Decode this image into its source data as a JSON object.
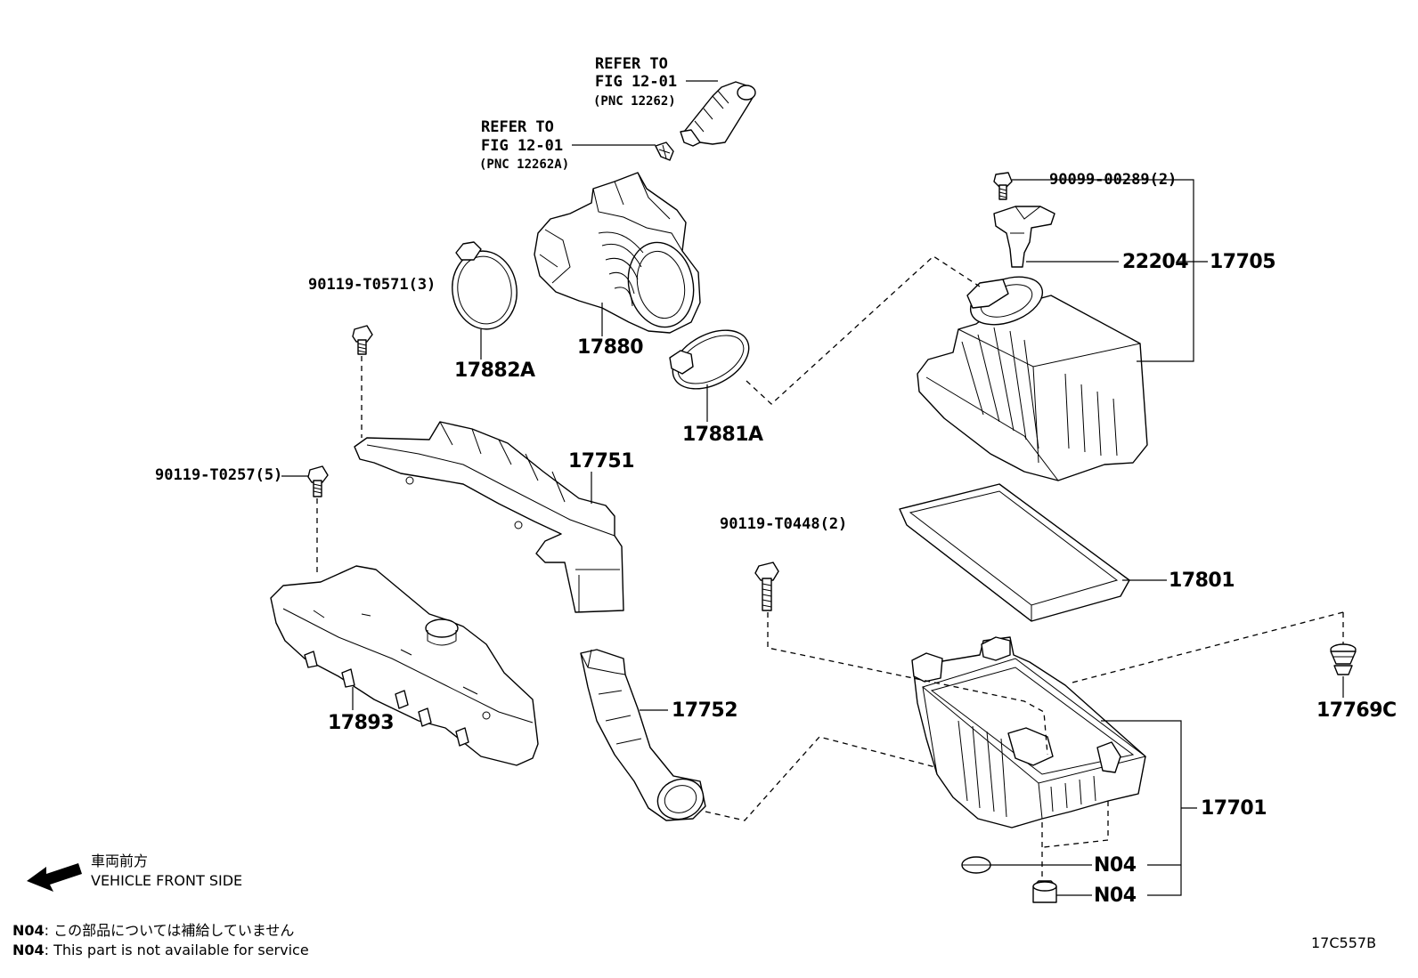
{
  "refs": {
    "ref_a": {
      "line1": "REFER TO",
      "line2": "FIG 12-01",
      "line3": "(PNC 12262)"
    },
    "ref_b": {
      "line1": "REFER TO",
      "line2": "FIG 12-01",
      "line3": "(PNC 12262A)"
    }
  },
  "labels": {
    "p90099": "90099-00289(2)",
    "p22204": "22204",
    "p17705": "17705",
    "p90119_t0571": "90119-T0571(3)",
    "p17882a": "17882A",
    "p17880": "17880",
    "p17881a": "17881A",
    "p17751": "17751",
    "p90119_t0257": "90119-T0257(5)",
    "p90119_t0448": "90119-T0448(2)",
    "p17801": "17801",
    "p17752": "17752",
    "p17893": "17893",
    "p17769c": "17769C",
    "p17701": "17701",
    "n04_a": "N04",
    "n04_b": "N04"
  },
  "front": {
    "jp": "車両前方",
    "en": "VEHICLE FRONT SIDE"
  },
  "notes": {
    "code_jp": "N04",
    "text_jp": ": この部品については補給していません",
    "code_en": "N04",
    "text_en": ": This part is not available for service"
  },
  "figure_code": "17C557B"
}
